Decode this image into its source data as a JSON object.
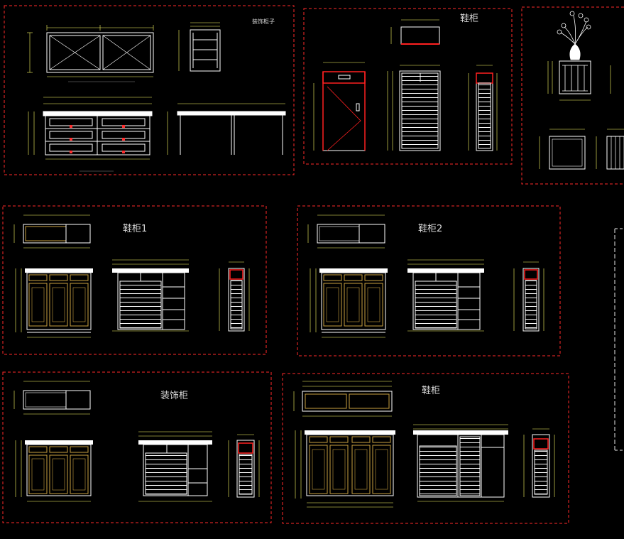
{
  "colors": {
    "background": "#000000",
    "frame": "#ff2a2a",
    "line": "#ffffff",
    "dimension": "#ffff66",
    "door_panel": "#c8a040",
    "accent": "#ff0000"
  },
  "sheets": [
    {
      "title": "装饰柜子"
    },
    {
      "title": "鞋柜"
    },
    {
      "title": ""
    },
    {
      "title": "鞋柜1"
    },
    {
      "title": "鞋柜2"
    },
    {
      "title": "装饰柜"
    },
    {
      "title": "鞋柜"
    }
  ]
}
